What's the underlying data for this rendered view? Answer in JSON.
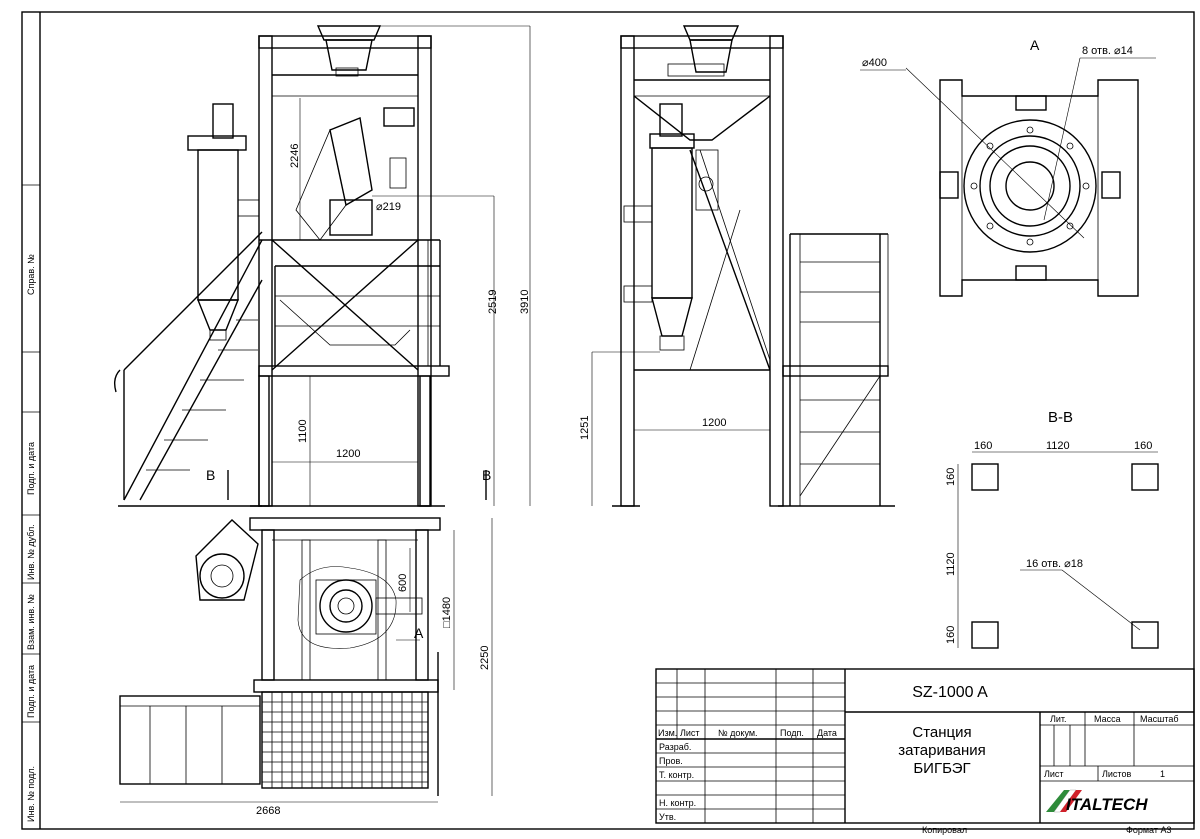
{
  "side_margin": {
    "labels": [
      "Справ. №",
      "Подп. и дата",
      "Инв. № дубл.",
      "Взам. инв. №",
      "Подп. и дата",
      "Инв. № подл."
    ]
  },
  "front_view": {
    "dims": {
      "height_2246": "2246",
      "height_2519": "2519",
      "height_3910": "3910",
      "height_1100": "1100",
      "width_1200": "1200",
      "dia_219": "⌀219"
    },
    "section_mark": "B"
  },
  "side_view": {
    "dims": {
      "height_1251": "1251",
      "width_1200": "1200"
    }
  },
  "detail_a": {
    "label": "A",
    "dims": {
      "dia_400": "⌀400",
      "holes": "8 отв. ⌀14"
    }
  },
  "section_bb": {
    "title": "B-B",
    "dims": {
      "d160_left": "160",
      "d1120_top": "1120",
      "d160_right": "160",
      "d160_top": "160",
      "d1120_left": "1120",
      "d160_bottom": "160",
      "holes": "16 отв. ⌀18"
    }
  },
  "plan_view": {
    "dims": {
      "d600": "600",
      "d1480": "□1480",
      "d2250": "2250",
      "d2668": "2668"
    },
    "detail_ref": "A"
  },
  "title_block": {
    "code": "SZ-1000 A",
    "name_line1": "Станция",
    "name_line2": "затаривания",
    "name_line3": "БИГБЭГ",
    "cols": [
      "Изм.",
      "Лист",
      "№ докум.",
      "Подп.",
      "Дата"
    ],
    "rows": [
      "Разраб.",
      "Пров.",
      "Т. контр.",
      "Н. контр.",
      "Утв."
    ],
    "lit": "Лит.",
    "mass": "Масса",
    "scale": "Масштаб",
    "sheet": "Лист",
    "sheets": "Листов",
    "sheets_value": "1",
    "logo": "ITALTECH",
    "copied": "Копировал",
    "format": "Формат А3"
  }
}
